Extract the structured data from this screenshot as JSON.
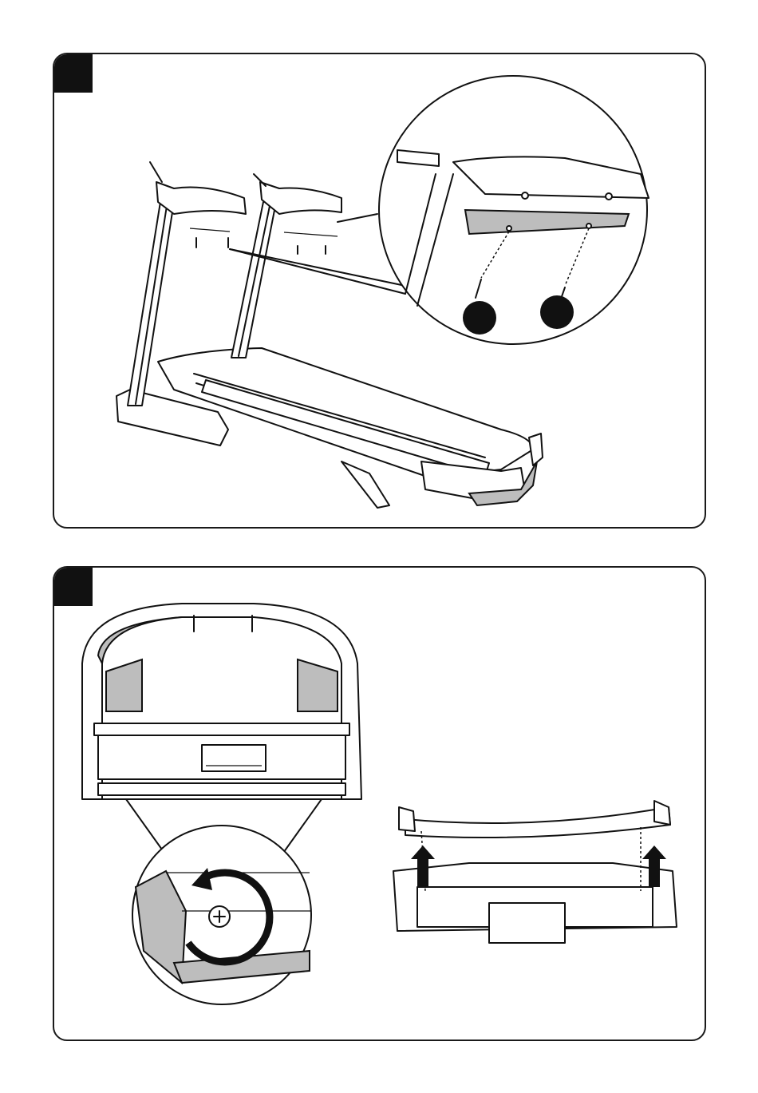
{
  "panels": [
    {
      "step_label": "",
      "callouts": [
        {
          "label": "",
          "icon": "black-circle-callout"
        },
        {
          "label": "",
          "icon": "black-circle-callout"
        }
      ]
    },
    {
      "step_label": "",
      "rotation": "counter-clockwise",
      "lift_direction": "up"
    }
  ],
  "colors": {
    "line": "#111111",
    "shade": "#bdbdbd",
    "background": "#ffffff"
  }
}
